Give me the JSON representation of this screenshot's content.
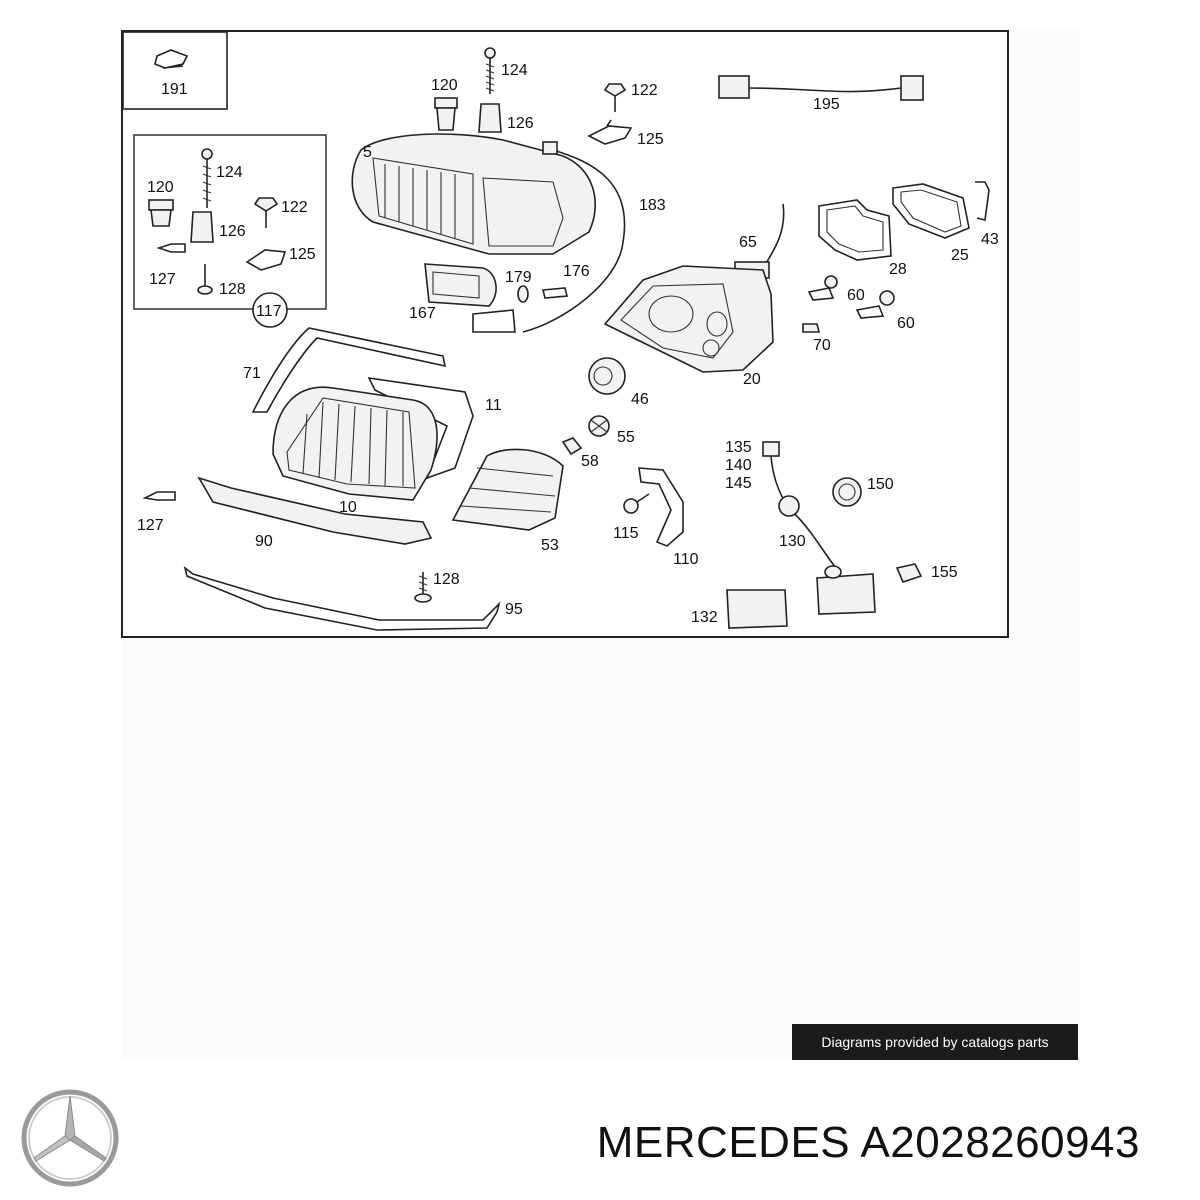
{
  "diagram": {
    "labels": {
      "l191": "191",
      "l124a": "124",
      "l120a": "120",
      "l126a": "126",
      "l122a": "122",
      "l125a": "125",
      "l195": "195",
      "l5": "5",
      "l183": "183",
      "l120b": "120",
      "l124b": "124",
      "l122b": "122",
      "l126b": "126",
      "l125b": "125",
      "l127a": "127",
      "l128a": "128",
      "l117": "117",
      "l179": "179",
      "l176": "176",
      "l167": "167",
      "l65": "65",
      "l28": "28",
      "l25": "25",
      "l43": "43",
      "l60a": "60",
      "l60b": "60",
      "l70": "70",
      "l20": "20",
      "l71": "71",
      "l11": "11",
      "l46": "46",
      "l55": "55",
      "l58": "58",
      "l10": "10",
      "l127b": "127",
      "l90": "90",
      "l53": "53",
      "l135": "135",
      "l140": "140",
      "l145": "145",
      "l150": "150",
      "l115": "115",
      "l110": "110",
      "l130": "130",
      "l128b": "128",
      "l95": "95",
      "l155": "155",
      "l132": "132"
    }
  },
  "credit": "Diagrams provided by catalogs parts",
  "footer": {
    "brand": "MERCEDES",
    "part_number": "A2028260943"
  },
  "icons": {
    "logo": "mercedes-star-logo-icon"
  }
}
